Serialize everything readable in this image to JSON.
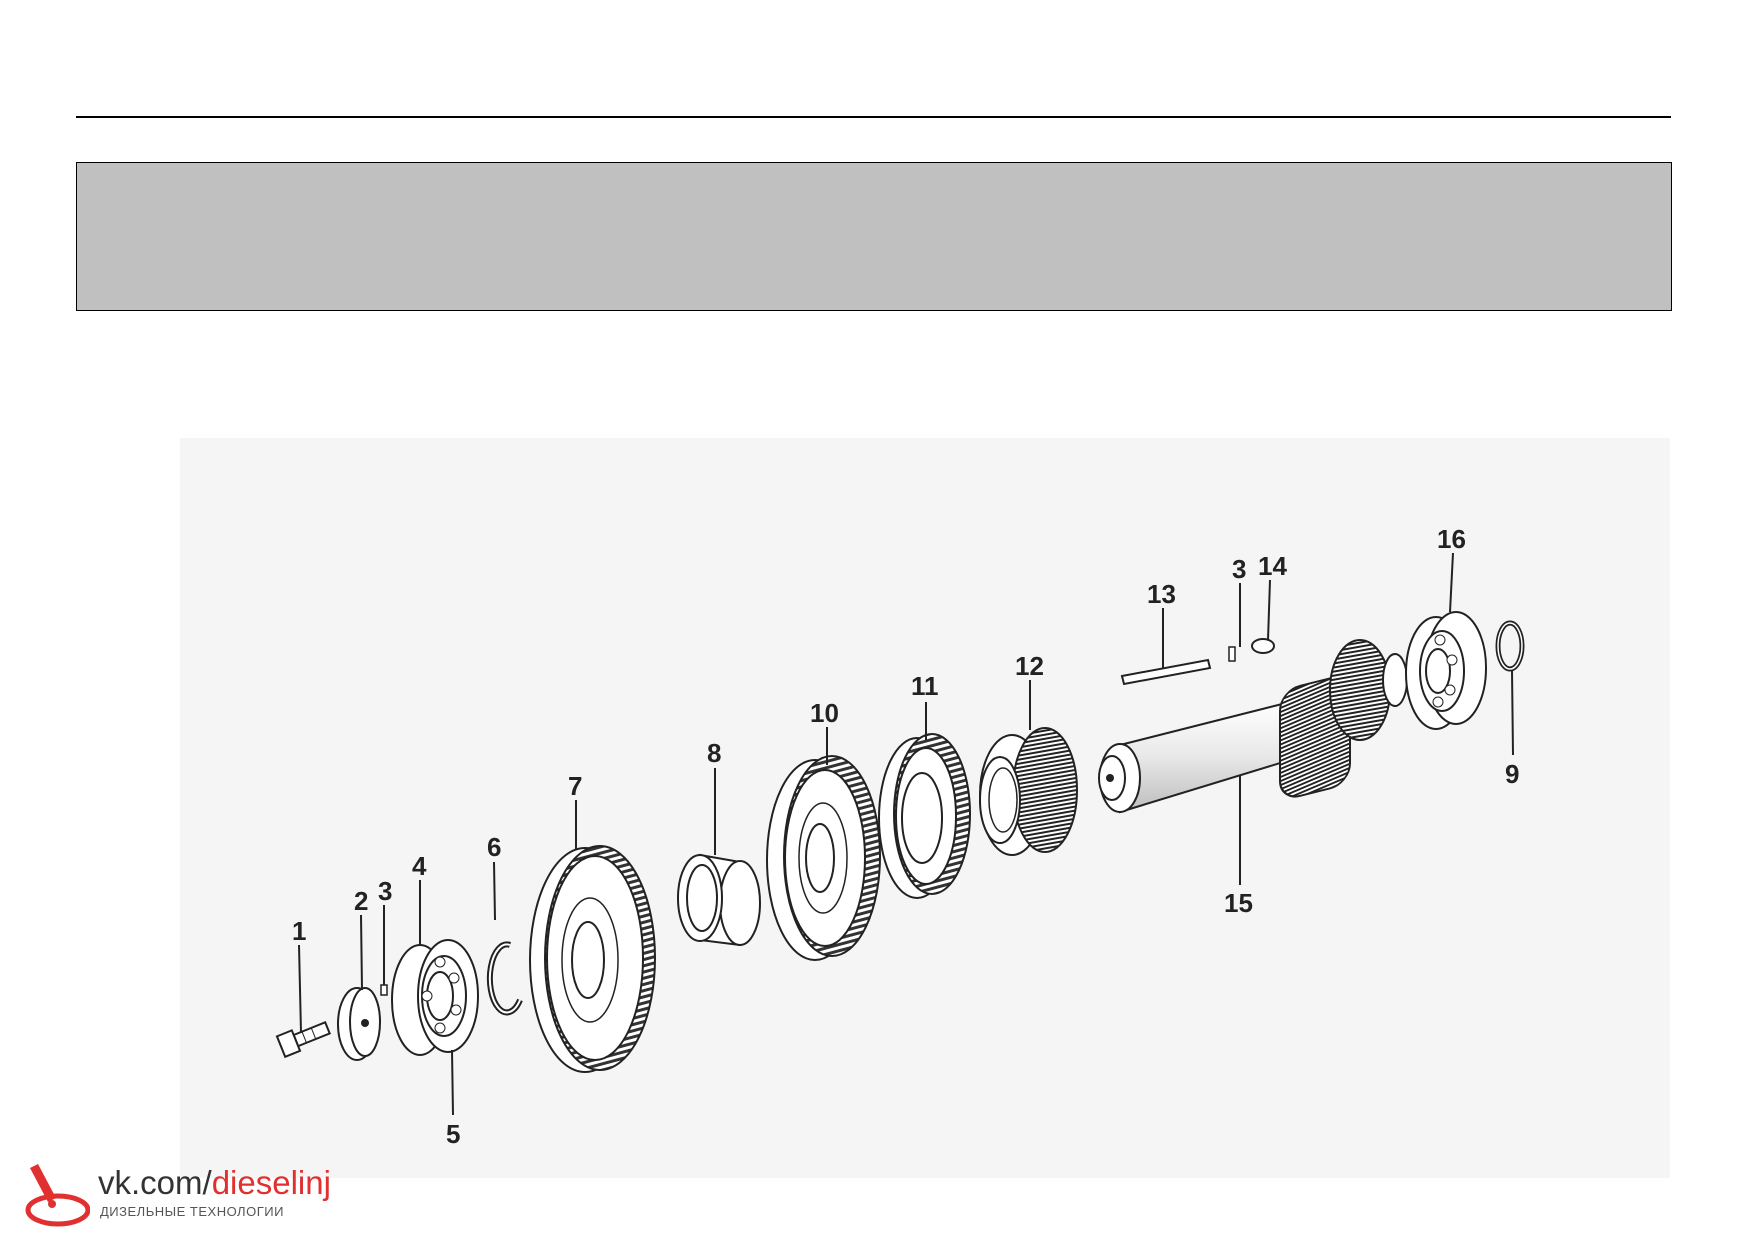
{
  "header": {
    "title": ""
  },
  "diagram": {
    "callouts": [
      {
        "id": "c1",
        "label": "1"
      },
      {
        "id": "c2",
        "label": "2"
      },
      {
        "id": "c3a",
        "label": "3"
      },
      {
        "id": "c4",
        "label": "4"
      },
      {
        "id": "c5",
        "label": "5"
      },
      {
        "id": "c6",
        "label": "6"
      },
      {
        "id": "c7",
        "label": "7"
      },
      {
        "id": "c8",
        "label": "8"
      },
      {
        "id": "c10",
        "label": "10"
      },
      {
        "id": "c11",
        "label": "11"
      },
      {
        "id": "c12",
        "label": "12"
      },
      {
        "id": "c13",
        "label": "13"
      },
      {
        "id": "c3b",
        "label": "3"
      },
      {
        "id": "c14",
        "label": "14"
      },
      {
        "id": "c15",
        "label": "15"
      },
      {
        "id": "c16",
        "label": "16"
      },
      {
        "id": "c9",
        "label": "9"
      }
    ]
  },
  "watermark": {
    "url_prefix": "vk.com/",
    "url_accent": "dieselinj",
    "subtitle": "ДИЗЕЛЬНЫЕ ТЕХНОЛОГИИ",
    "accent_color": "#e0302f"
  }
}
